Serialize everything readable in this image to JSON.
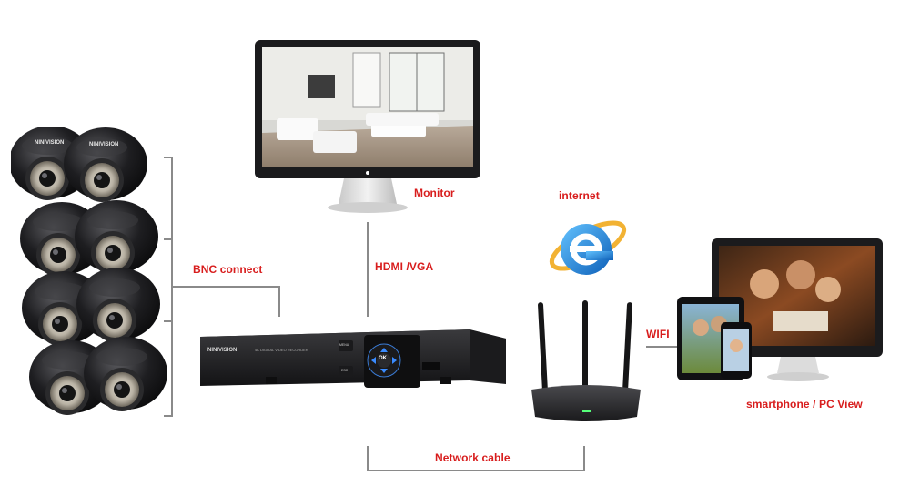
{
  "labels": {
    "monitor": "Monitor",
    "internet": "internet",
    "bnc": "BNC connect",
    "hdmi": "HDMI /VGA",
    "wifi": "WIFI",
    "view": "smartphone / PC View",
    "network": "Network cable"
  },
  "branding": {
    "camera_brand": "NINIVISION",
    "dvr_brand": "NINIVISION",
    "dvr_model": "4K DIGITAL VIDEO RECORDER",
    "ok": "OK",
    "menu": "MENU",
    "esc": "ESC"
  },
  "colors": {
    "label_red": "#d81d1d",
    "connector_gray": "#8a8a8a",
    "device_black": "#1c1c1e",
    "ie_blue": "#1e88e5"
  },
  "icons": {
    "internet": "internet-explorer-icon",
    "camera": "dome-camera-icon",
    "monitor": "monitor-icon",
    "router": "wifi-router-icon"
  }
}
